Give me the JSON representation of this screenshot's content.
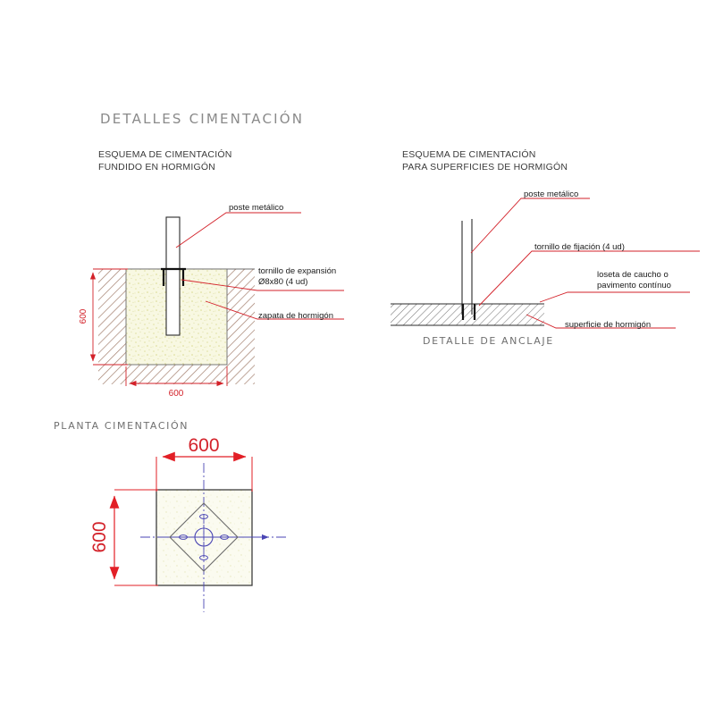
{
  "sheet": {
    "title": "DETALLES  CIMENTACIÓN",
    "background_color": "#ffffff"
  },
  "colors": {
    "dimension_red": "#d3222a",
    "title_gray": "#8a8a8a",
    "line_black": "#2b2b2b",
    "centerline_blue": "#4a46b4",
    "concrete_fill": "#f7f7e3",
    "soil_hatch": "#9c7a6a"
  },
  "details": {
    "left": {
      "heading_line1": "ESQUEMA DE CIMENTACIÓN",
      "heading_line2": "FUNDIDO EN HORMIGÓN",
      "labels": [
        {
          "id": "poste",
          "text": "poste metálico"
        },
        {
          "id": "tornillo",
          "text_line1": "tornillo de expansión",
          "text_line2": "Ø8x80 (4 ud)"
        },
        {
          "id": "zapata",
          "text": "zapata de hormigón"
        }
      ],
      "dimensions": {
        "depth": "600",
        "width": "600"
      }
    },
    "right": {
      "heading_line1": "ESQUEMA DE CIMENTACIÓN",
      "heading_line2": "PARA SUPERFICIES DE HORMIGÓN",
      "caption": "DETALLE  DE  ANCLAJE",
      "labels": [
        {
          "id": "poste",
          "text": "poste metálico"
        },
        {
          "id": "tornillo",
          "text": "tornillo de fijación (4 ud)"
        },
        {
          "id": "loseta",
          "text_line1": "loseta de caucho o",
          "text_line2": "pavimento contínuo"
        },
        {
          "id": "superficie",
          "text": "superficie de hormigón"
        }
      ]
    },
    "plan": {
      "caption": "PLANTA  CIMENTACIÓN",
      "dimensions": {
        "width": "600",
        "height": "600"
      }
    }
  }
}
